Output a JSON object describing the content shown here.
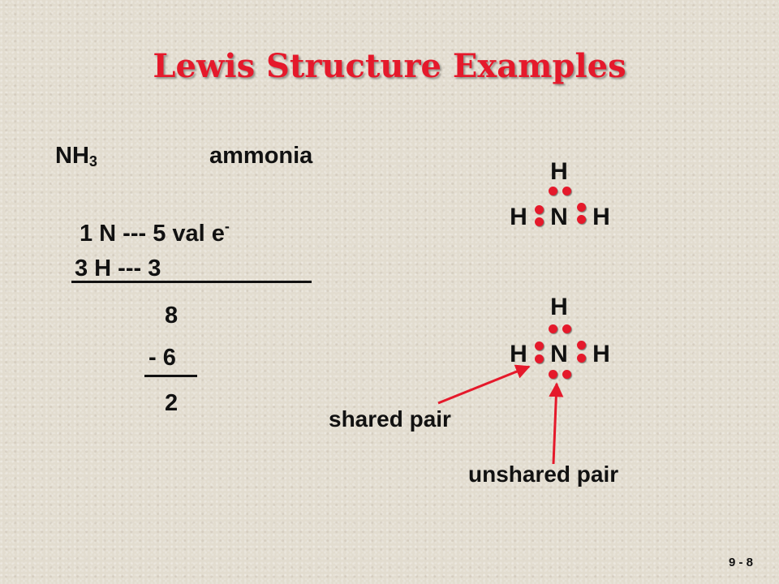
{
  "title": "Lewis Structure Examples",
  "formula": {
    "main": "NH",
    "subscript": "3"
  },
  "compound_name": "ammonia",
  "valence": {
    "line1_main": "1 N --- 5 val e",
    "line1_superscript": "-",
    "line2": "3 H --- 3",
    "total": "8",
    "subtract": "- 6",
    "result": "2"
  },
  "structure": {
    "nitrogen": "N",
    "hydrogen": "H"
  },
  "labels": {
    "shared": "shared pair",
    "unshared": "unshared pair"
  },
  "colors": {
    "title": "#e5192b",
    "electron": "#e5192b",
    "arrow": "#e5192b"
  },
  "slide_number": "9 - 8"
}
